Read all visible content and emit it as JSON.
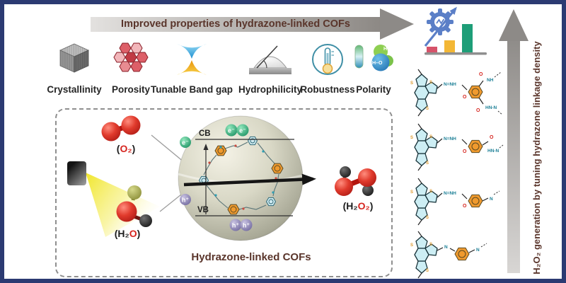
{
  "header": {
    "top_arrow_label": "Improved properties of hydrazone-linked COFs",
    "right_arrow_label": "H₂O₂ generation by tuning hydrazone linkage density"
  },
  "properties": [
    {
      "label": "Crystallinity"
    },
    {
      "label": "Porosity"
    },
    {
      "label": "Tunable Band gap"
    },
    {
      "label": "Hydrophilicity"
    },
    {
      "label": "Robustness"
    },
    {
      "label": "Polarity"
    }
  ],
  "scheme": {
    "o2": {
      "pre": "(",
      "red": "O₂",
      "post": ")"
    },
    "h2o": {
      "pre": "(H₂",
      "red": "O",
      "post": ")"
    },
    "h2o2": {
      "pre": "(H₂",
      "red": "O₂",
      "post": ")"
    },
    "cb_label": "CB",
    "vb_label": "VB",
    "electron_label": "e⁻",
    "hole_label": "h⁺",
    "caption": "Hydrazone-linked COFs"
  },
  "structures": [
    {
      "linker": "N=NH",
      "left_o": "O",
      "top_o": "O",
      "top_n": "NH",
      "bottom_o": "O",
      "bottom_n": "HN-N"
    },
    {
      "linker": "N=NH",
      "left_o": "O",
      "right_o": "O",
      "right_n": "HN-N"
    },
    {
      "linker": "N=NH",
      "left_o": "O",
      "end_n": "N"
    },
    {
      "linker": "N",
      "end_n": "N"
    }
  ],
  "structure_common": {
    "s_atom": "S"
  },
  "colors": {
    "frame_navy": "#2b3a72",
    "accent_maroon": "#5a352b",
    "arrow_gray": "#8d8a87",
    "bar_red": "#d6536a",
    "bar_yellow": "#f3b735",
    "bar_green": "#1e9e78",
    "gear_blue": "#5b7fc7",
    "oxygen_red": "#d6251f",
    "electron_green": "#128a5b",
    "hole_purple": "#6b639b"
  }
}
